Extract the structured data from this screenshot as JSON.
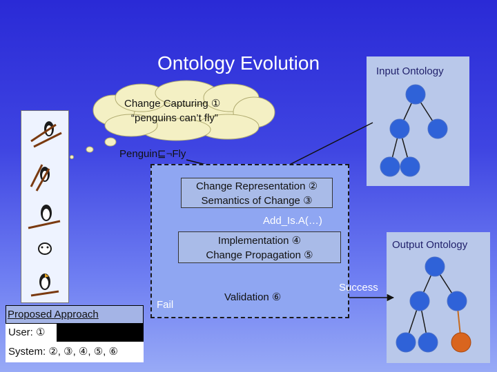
{
  "title": "Ontology Evolution",
  "input_ontology_label": "Input Ontology",
  "output_ontology_label": "Output Ontology",
  "thought_bubble": {
    "line1": "Change Capturing ①",
    "line2": "“penguins can’t fly”"
  },
  "formula": "Penguin⊑¬Fly",
  "steps": {
    "representation": "Change Representation ②",
    "semantics": "Semantics of Change ③",
    "add_isa": "Add_Is.A(…)",
    "implementation": "Implementation ④",
    "propagation": "Change Propagation ⑤",
    "validation": "Validation ⑥",
    "fail": "Fail",
    "success": "Success"
  },
  "legend": {
    "title": "Proposed Approach",
    "user": "User: ①",
    "system": "System: ②, ③, ④, ⑤, ⑥"
  },
  "colors": {
    "node": "#2f62d8",
    "new_node": "#d9651f",
    "new_edge": "#c66a1e",
    "panel": "#b9c8ea"
  }
}
